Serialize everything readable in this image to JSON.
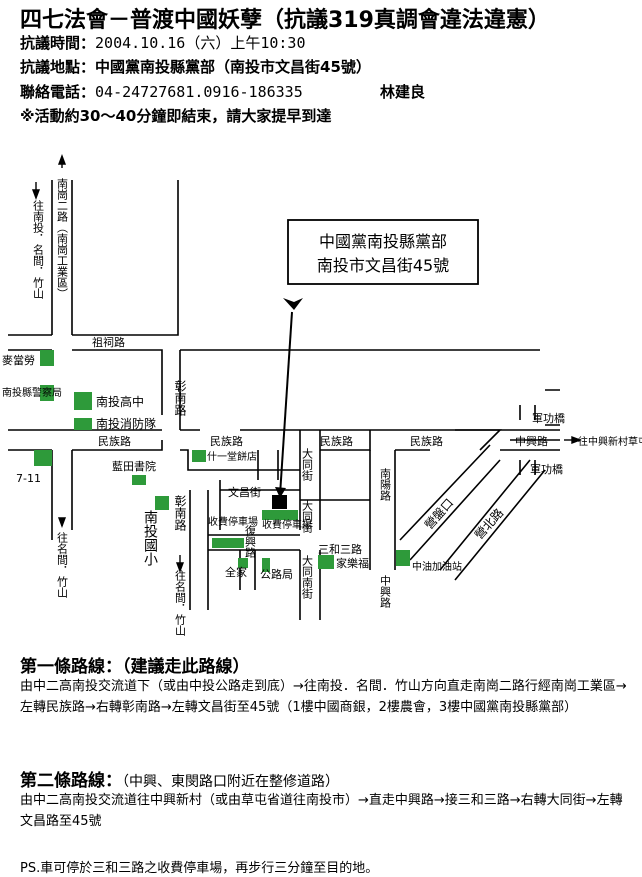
{
  "header": {
    "title": "四七法會－普渡中國妖孽（抗議319真調會違法違憲）",
    "time_label": "抗議時間：",
    "time_value": "2004.10.16（六）上午10:30",
    "place_label": "抗議地點：",
    "place_value": "中國黨南投縣黨部（南投市文昌街45號）",
    "phone_label": "聯絡電話：",
    "phone_value": "04-24727681.0916-186335",
    "contact_name": "林建良",
    "note": "※活動約30～40分鐘即結束，請大家提早到達"
  },
  "map": {
    "callout_line1": "中國黨南投縣黨部",
    "callout_line2": "南投市文昌街45號",
    "roads": {
      "nangang_road_top": "往南投．名間．竹山",
      "nangang_side": "南崗二路（南崗工業區）",
      "zuci": "祖祠路",
      "zhanghua_top": "彰南路",
      "minzu_1": "民族路",
      "minzu_2": "民族路",
      "minzu_3": "民族路",
      "minzu_4": "民族路",
      "wenchang": "文昌街",
      "datong_1": "大同街",
      "datong_2": "大同街",
      "datong_3": "大同南街",
      "nanyang": "南陽路",
      "zhanghua_bottom": "彰南路",
      "fuxing": "復興路",
      "sanhe": "三和三路",
      "zhongxing_v": "中興路",
      "zhongxing_h": "中興路",
      "to_mingjian_left": "往名間．竹山",
      "to_mingjian_mid": "往名間．竹山",
      "to_zhongxing": "往中興新村草屯",
      "jiangong": "軍功橋",
      "jiangong_2": "軍功橋",
      "yingshan": "營盤口",
      "caotun_diag": "營北路"
    },
    "places": {
      "mcd": "麥當勞",
      "police": "南投縣警察局",
      "nt_high": "南投高中",
      "fire": "南投消防隊",
      "seven": "7-11",
      "lantian": "藍田書院",
      "shiyitang": "什一堂餅店",
      "nt_elem": "南投國小",
      "parking_1": "收費停車場",
      "parking_2": "收費停車場",
      "family": "全家",
      "highway": "公路局",
      "jiale": "家樂福",
      "cpc": "中油加油站"
    }
  },
  "route1": {
    "title": "第一條路線：",
    "subtitle": "（建議走此路線）",
    "body": "由中二高南投交流道下（或由中投公路走到底）→往南投．名間．竹山方向直走南崗二路行經南崗工業區→左轉民族路→右轉彰南路→左轉文昌街至45號（1樓中國商銀，2樓農會，3樓中國黨南投縣黨部）"
  },
  "route2": {
    "title": "第二條路線：",
    "subtitle": "（中興、東閔路口附近在整修道路）",
    "body": "由中二高南投交流道往中興新村（或由草屯省道往南投市）→直走中興路→接三和三路→右轉大同街→左轉文昌路至45號"
  },
  "ps": "PS.車可停於三和三路之收費停車場，再步行三分鐘至目的地。",
  "colors": {
    "landmark": "#2e9a3a",
    "line": "#000000"
  }
}
